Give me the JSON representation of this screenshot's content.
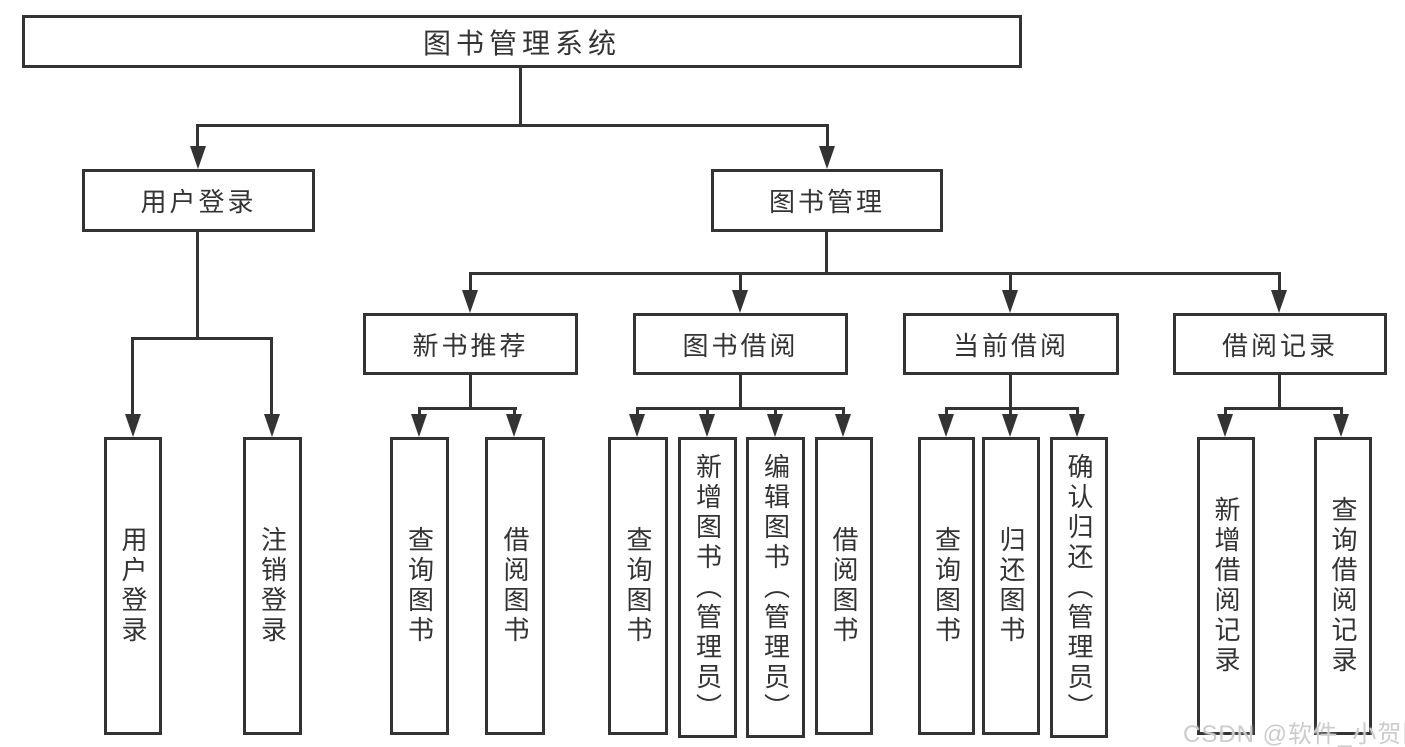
{
  "diagram": {
    "root": {
      "label": "图书管理系统"
    },
    "level2": [
      {
        "label": "用户登录",
        "children": [
          {
            "label": "用户登录"
          },
          {
            "label": "注销登录"
          }
        ]
      },
      {
        "label": "图书管理",
        "children": [
          {
            "label": "新书推荐",
            "children": [
              {
                "label": "查询图书"
              },
              {
                "label": "借阅图书"
              }
            ]
          },
          {
            "label": "图书借阅",
            "children": [
              {
                "label": "查询图书"
              },
              {
                "label": "新增图书（管理员）"
              },
              {
                "label": "编辑图书（管理员）"
              },
              {
                "label": "借阅图书"
              }
            ]
          },
          {
            "label": "当前借阅",
            "children": [
              {
                "label": "查询图书"
              },
              {
                "label": "归还图书"
              },
              {
                "label": "确认归还（管理员）"
              }
            ]
          },
          {
            "label": "借阅记录",
            "children": [
              {
                "label": "新增借阅记录"
              },
              {
                "label": "查询借阅记录"
              }
            ]
          }
        ]
      }
    ]
  },
  "watermark": {
    "text": "CSDN @软件_小贺同学",
    "color": "#cccccc"
  },
  "colors": {
    "line": "#333333",
    "border": "#333333",
    "text": "#333333",
    "background": "#ffffff"
  }
}
